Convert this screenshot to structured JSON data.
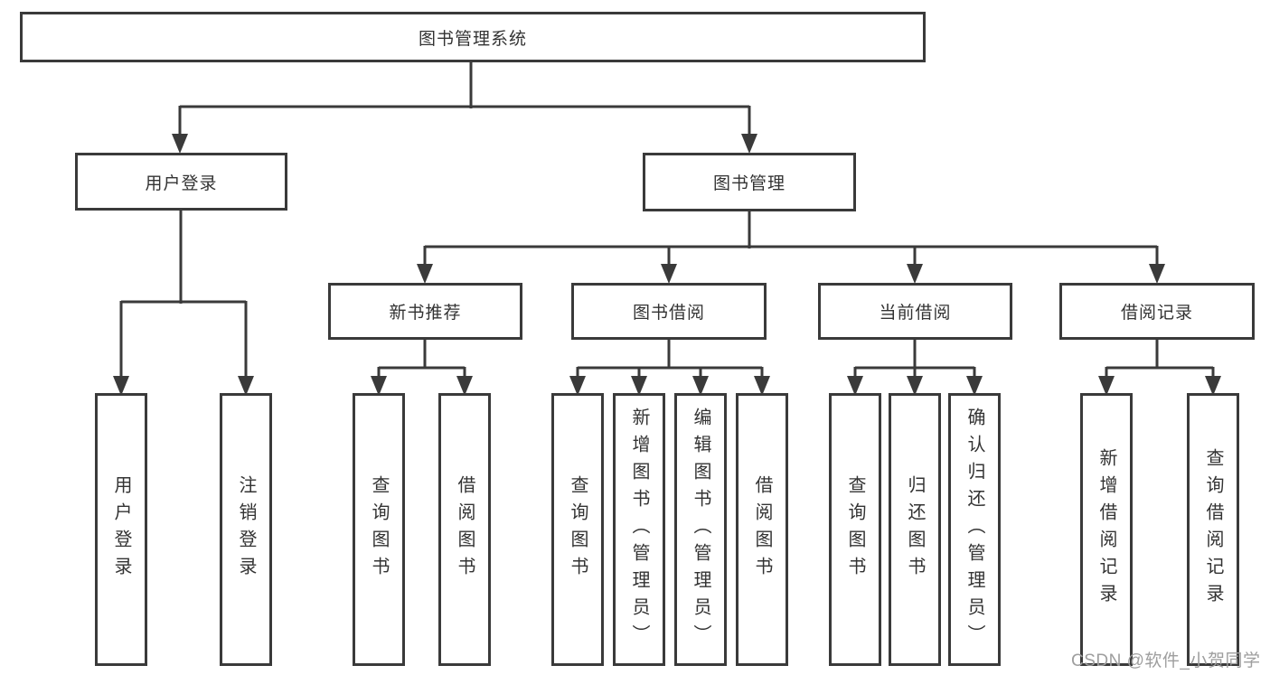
{
  "diagram": {
    "colors": {
      "line": "#3a3a3a",
      "box_border": "#3a3a3a",
      "text": "#333333",
      "watermark": "#9e9e9e",
      "background": "#ffffff"
    },
    "watermark": "CSDN @软件_小贺同学",
    "tree": {
      "root": {
        "label": "图书管理系统"
      },
      "branches": [
        {
          "label": "用户登录",
          "children": [
            {
              "label": "用户登录"
            },
            {
              "label": "注销登录"
            }
          ]
        },
        {
          "label": "图书管理",
          "children": [
            {
              "label": "新书推荐",
              "children": [
                {
                  "label": "查询图书"
                },
                {
                  "label": "借阅图书"
                }
              ]
            },
            {
              "label": "图书借阅",
              "children": [
                {
                  "label": "查询图书"
                },
                {
                  "label": "新增图书（管理员）"
                },
                {
                  "label": "编辑图书（管理员）"
                },
                {
                  "label": "借阅图书"
                }
              ]
            },
            {
              "label": "当前借阅",
              "children": [
                {
                  "label": "查询图书"
                },
                {
                  "label": "归还图书"
                },
                {
                  "label": "确认归还（管理员）"
                }
              ]
            },
            {
              "label": "借阅记录",
              "children": [
                {
                  "label": "新增借阅记录"
                },
                {
                  "label": "查询借阅记录"
                }
              ]
            }
          ]
        }
      ]
    }
  }
}
